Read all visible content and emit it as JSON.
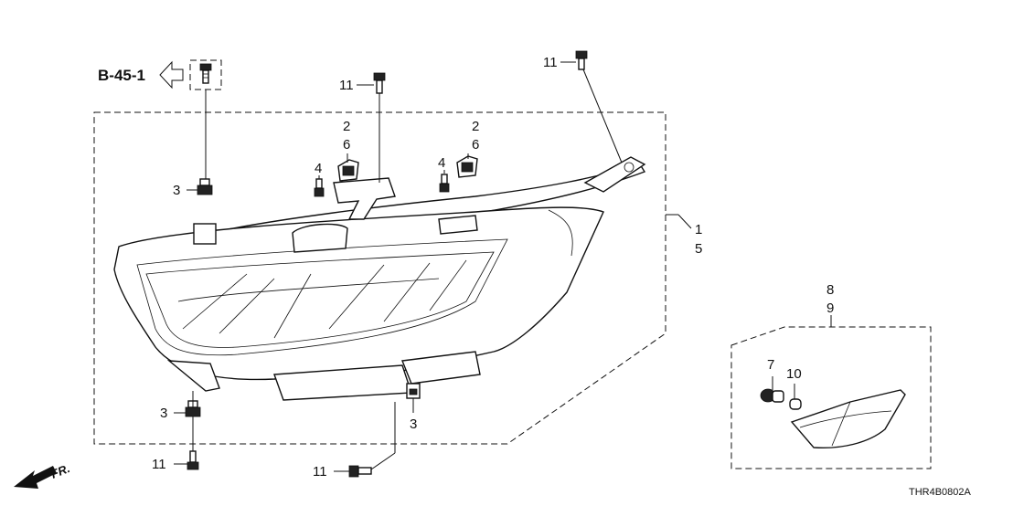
{
  "diagram": {
    "reference": "B-45-1",
    "direction_label": "FR.",
    "drawing_code": "THR4B0802A",
    "callouts": {
      "c1": "1",
      "c5": "5",
      "c2a": "2",
      "c6a": "6",
      "c2b": "2",
      "c6b": "6",
      "c4a": "4",
      "c4b": "4",
      "c3a": "3",
      "c3b": "3",
      "c3c": "3",
      "c7": "7",
      "c8": "8",
      "c9": "9",
      "c10": "10",
      "c11a": "11",
      "c11b": "11",
      "c11c": "11",
      "c11d": "11"
    }
  }
}
